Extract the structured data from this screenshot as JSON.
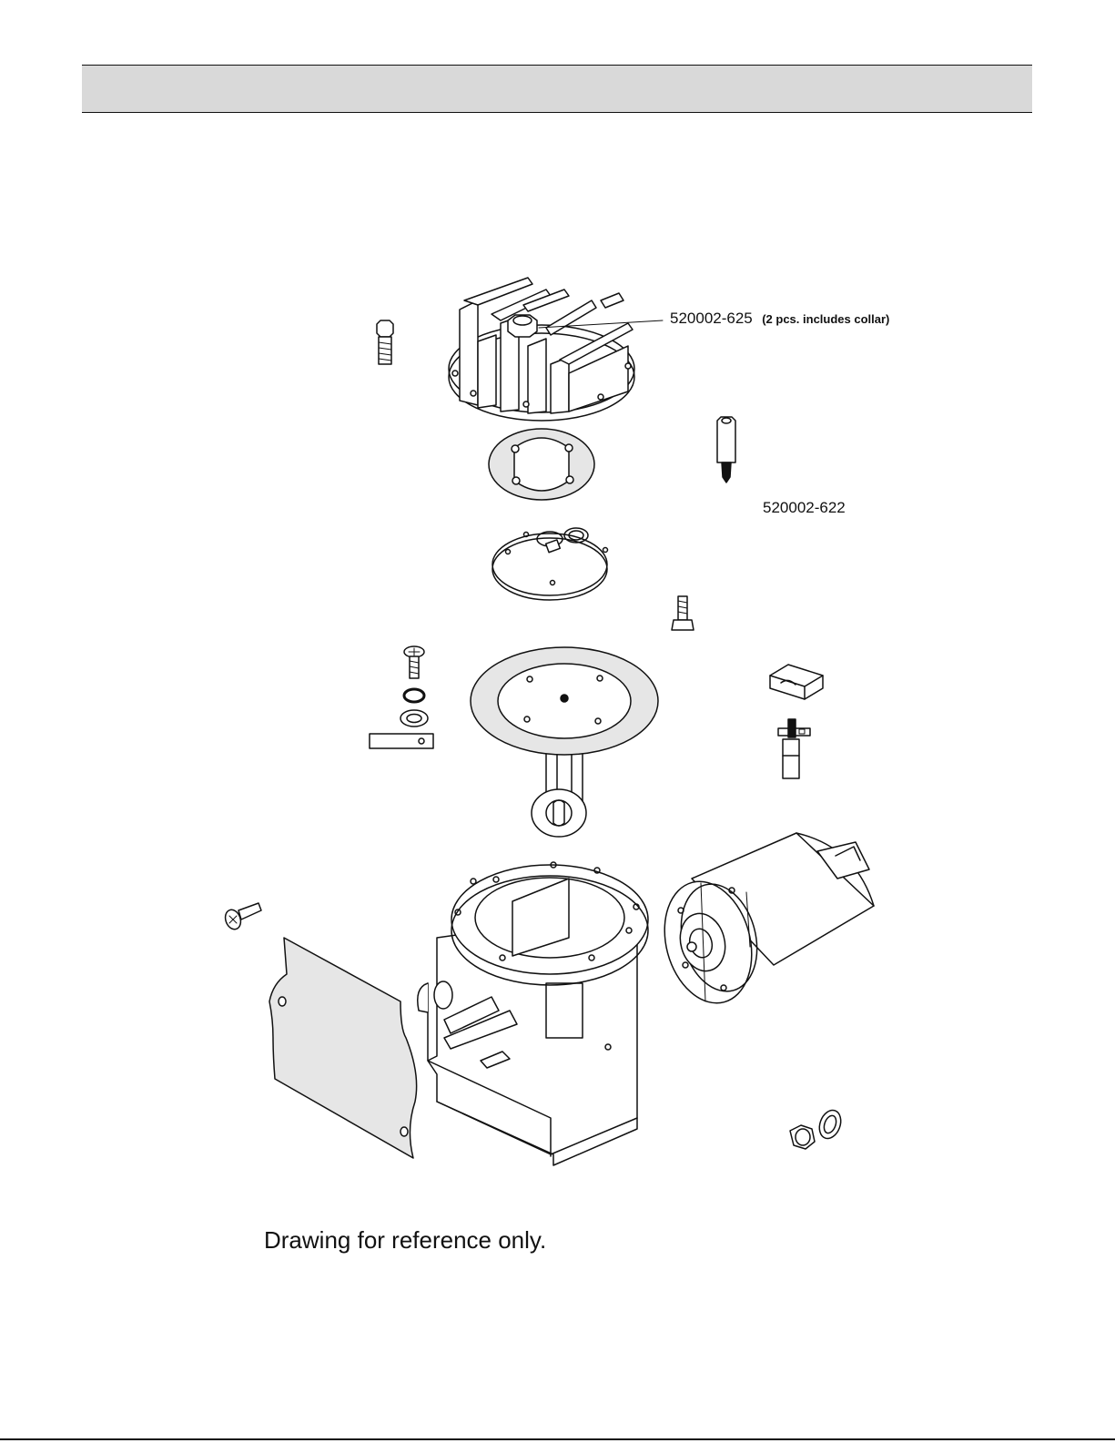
{
  "callouts": {
    "head_bolt_part": "520002-625",
    "head_bolt_note": "(2 pcs. includes collar)",
    "standoff_part": "520002-622"
  },
  "caption": "Drawing for reference only.",
  "colors": {
    "line": "#111111",
    "gasket_fill": "#e6e6e6",
    "header_fill": "#d9d9d9",
    "background": "#ffffff"
  },
  "icons": [
    "bolt-icon",
    "nut-icon",
    "screw-icon",
    "washer-icon",
    "o-ring-icon"
  ]
}
